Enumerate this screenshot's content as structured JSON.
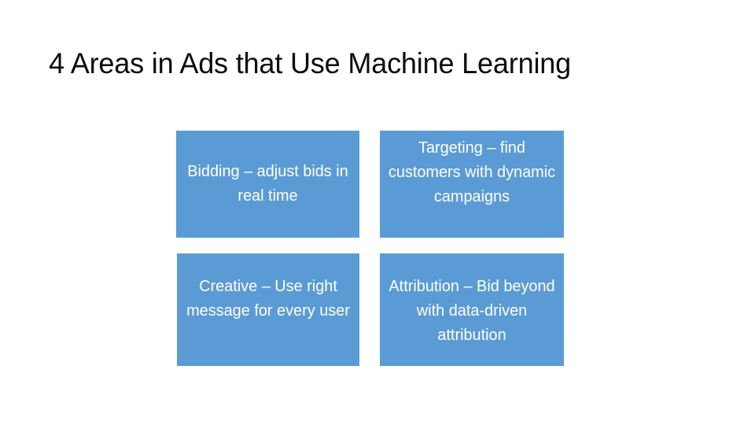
{
  "slide": {
    "title": "4 Areas in Ads that Use Machine Learning",
    "background_color": "#FFFFFF",
    "title_color": "#0D0D0D",
    "box_color": "#5B9BD5",
    "box_text_color": "#FFFFFF",
    "boxes": [
      {
        "id": "bidding",
        "label": "Bidding – adjust bids in real time",
        "position": "top-left"
      },
      {
        "id": "targeting",
        "label": "Targeting – find customers with dynamic campaigns",
        "position": "top-right"
      },
      {
        "id": "creative",
        "label": "Creative – Use right message for every user",
        "position": "bottom-left"
      },
      {
        "id": "attribution",
        "label": "Attribution – Bid beyond with data-driven attribution",
        "position": "bottom-right"
      }
    ]
  }
}
